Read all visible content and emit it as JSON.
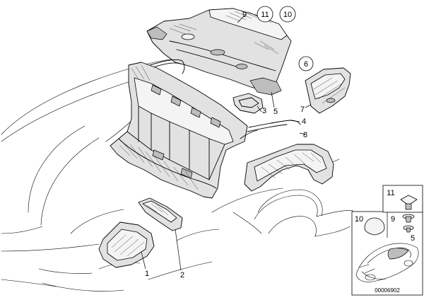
{
  "callouts": {
    "c1": "1",
    "c2": "2",
    "c3": "3",
    "c4": "4",
    "c5": "5",
    "c6": "6",
    "c7": "7",
    "c8": "8",
    "c9": "9",
    "c10": "10",
    "c11": "11"
  },
  "legend": {
    "c11": "11",
    "c10": "10",
    "c9": "9",
    "c5": "5"
  },
  "diagram_id": "00006902"
}
